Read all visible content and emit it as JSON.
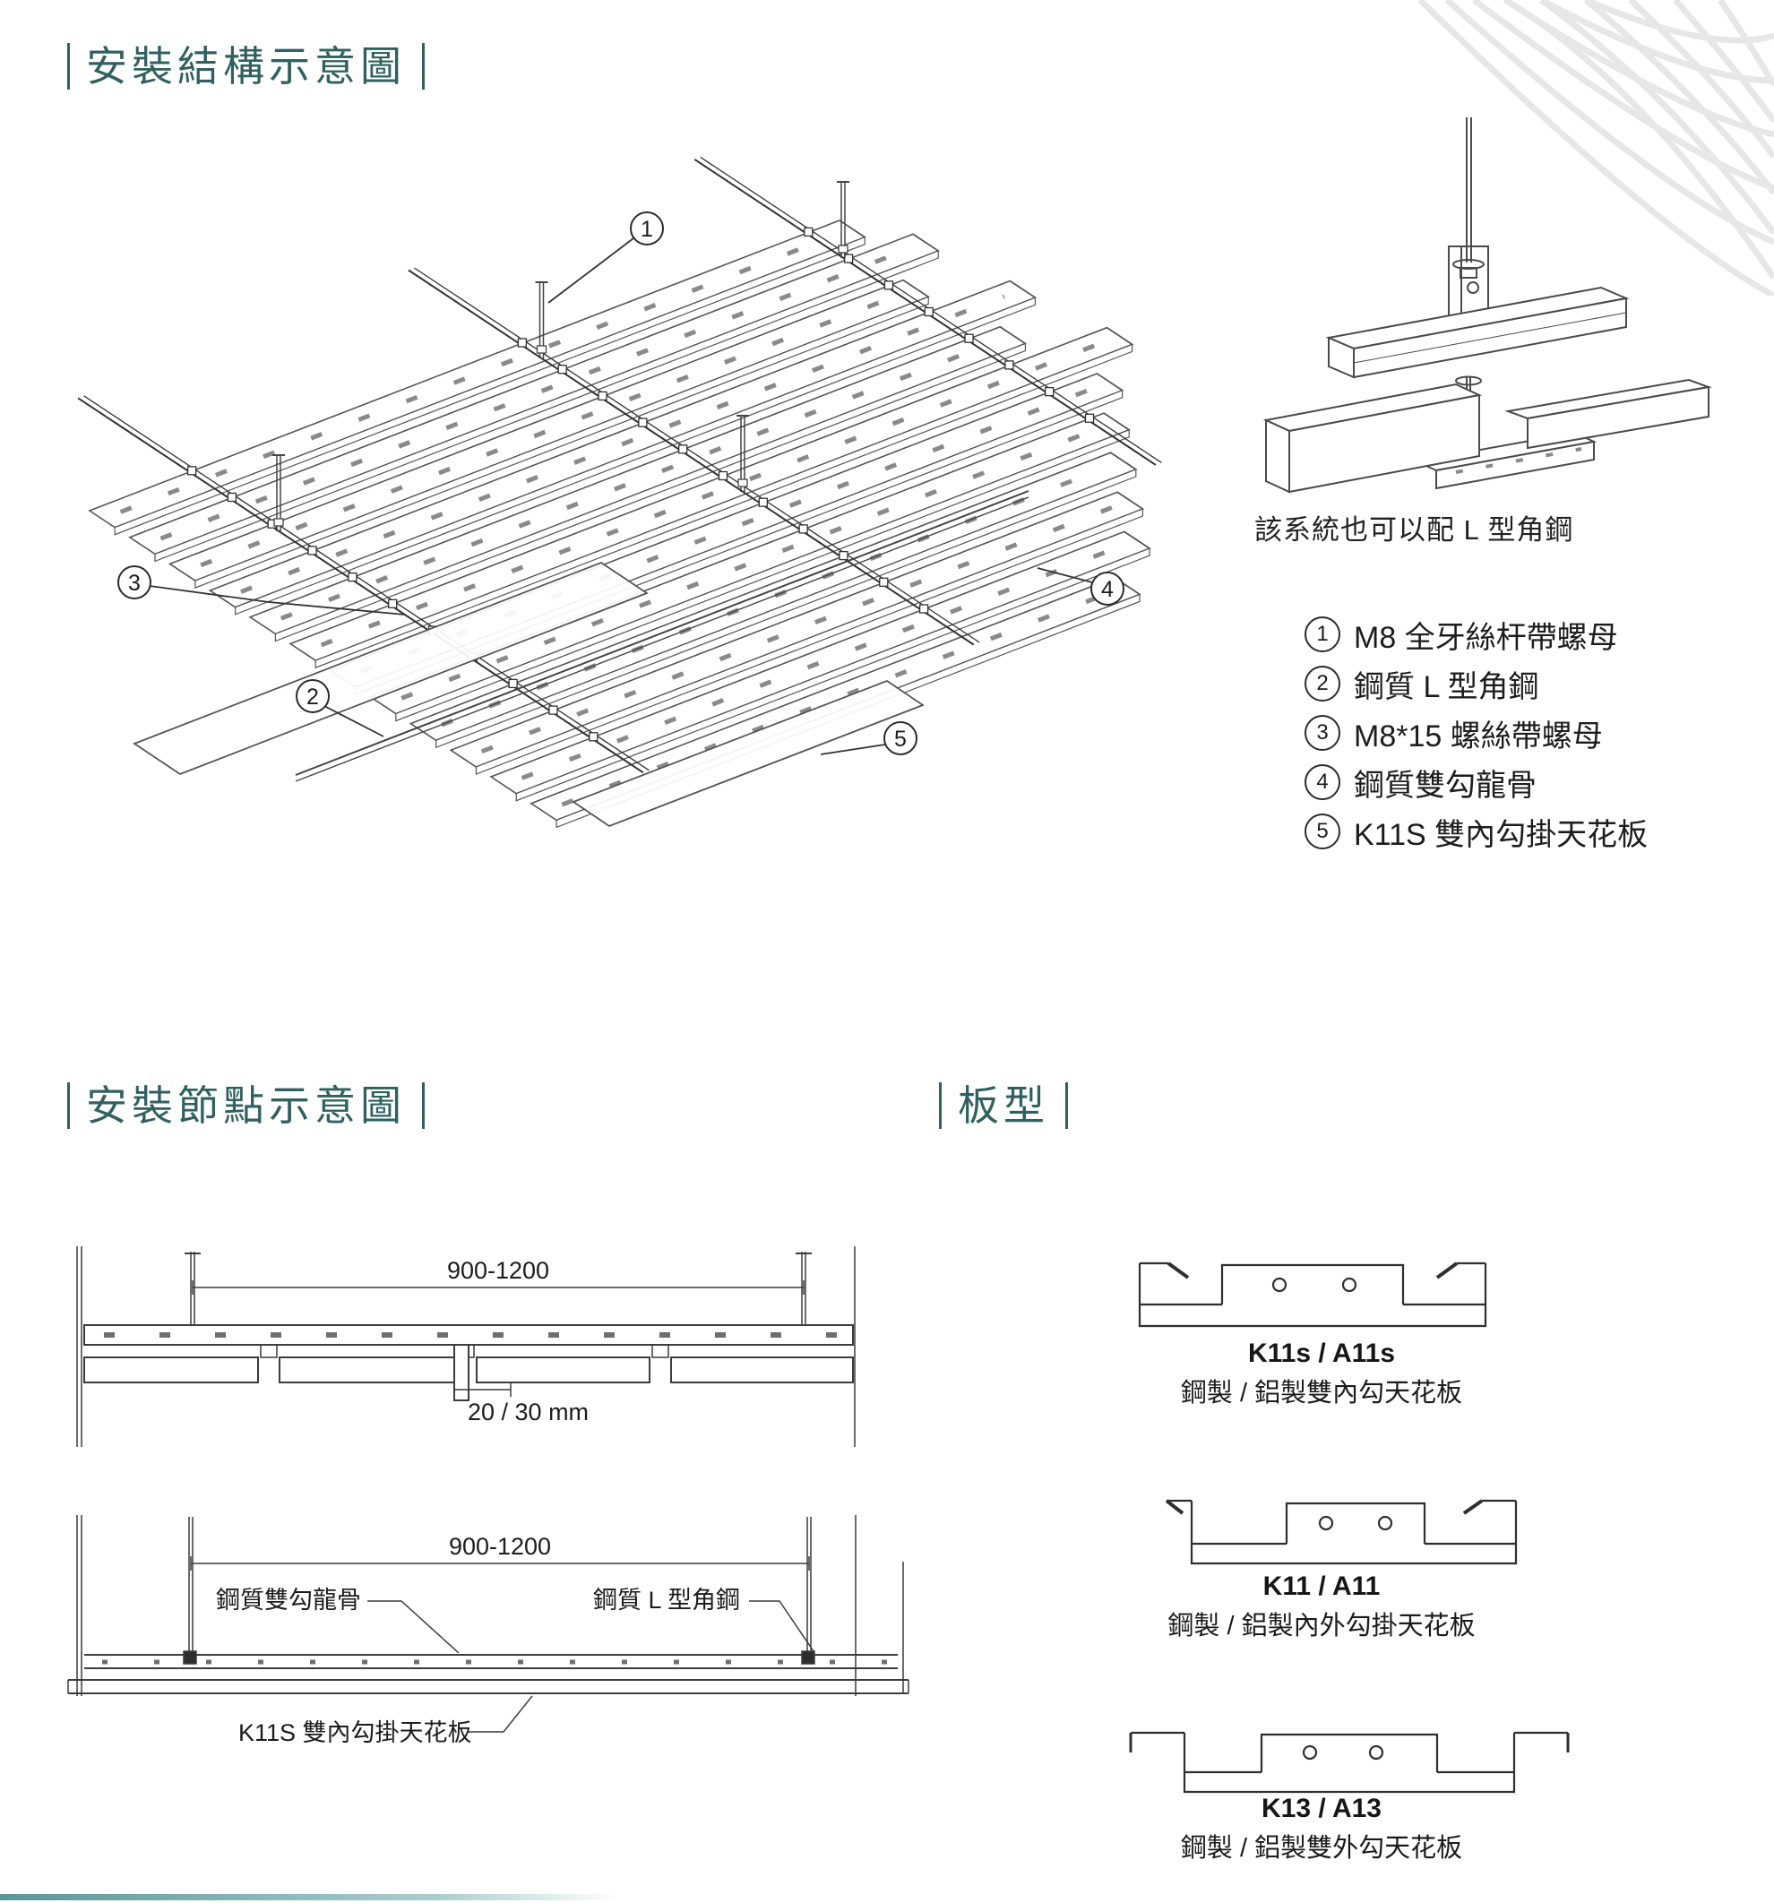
{
  "sections": {
    "structure_title": "安裝結構示意圖",
    "node_title": "安裝節點示意圖",
    "panel_title": "板型"
  },
  "detail": {
    "caption": "該系統也可以配 L 型角鋼"
  },
  "legend": {
    "items": [
      {
        "num": "1",
        "label": "M8 全牙絲杆帶螺母"
      },
      {
        "num": "2",
        "label": "鋼質 L 型角鋼"
      },
      {
        "num": "3",
        "label": "M8*15 螺絲帶螺母"
      },
      {
        "num": "4",
        "label": "鋼質雙勾龍骨"
      },
      {
        "num": "5",
        "label": "K11S 雙內勾掛天花板"
      }
    ]
  },
  "callouts": {
    "c1": "1",
    "c2": "2",
    "c3": "3",
    "c4": "4",
    "c5": "5"
  },
  "node1": {
    "dim_span": "900-1200",
    "dim_offset": "20 / 30 mm"
  },
  "node2": {
    "dim_span": "900-1200",
    "label_keel": "鋼質雙勾龍骨",
    "label_angle": "鋼質 L 型角鋼",
    "label_panel": "K11S 雙內勾掛天花板"
  },
  "profiles": {
    "items": [
      {
        "code": "K11s / A11s",
        "desc": "鋼製 / 鋁製雙內勾天花板"
      },
      {
        "code": "K11 / A11",
        "desc": "鋼製 / 鋁製內外勾掛天花板"
      },
      {
        "code": "K13 / A13",
        "desc": "鋼製 / 鋁製雙外勾天花板"
      }
    ]
  }
}
